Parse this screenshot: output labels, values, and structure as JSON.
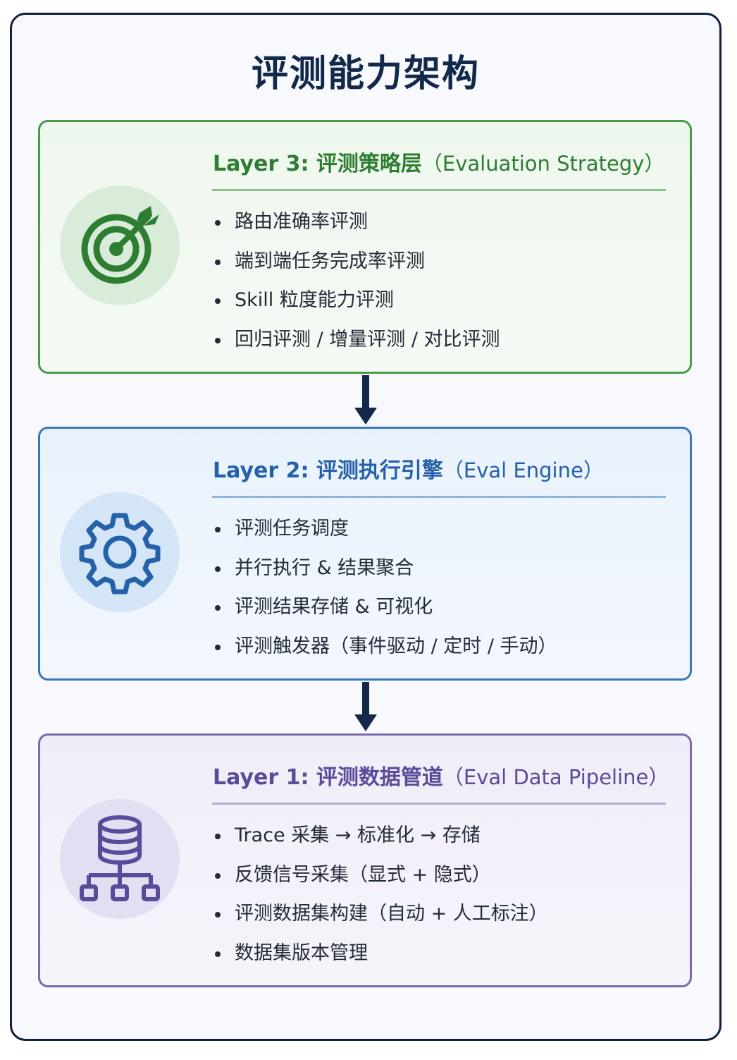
{
  "title": "评测能力架构",
  "colors": {
    "frame_border": "#0f1f3d",
    "layer3_accent": "#2e7d32",
    "layer2_accent": "#2561a8",
    "layer1_accent": "#5b4a9a",
    "arrow": "#142849"
  },
  "layers": [
    {
      "icon": "target-icon",
      "title_main": "Layer 3: 评测策略层",
      "title_paren": "（Evaluation Strategy）",
      "items": [
        "路由准确率评测",
        "端到端任务完成率评测",
        "Skill 粒度能力评测",
        "回归评测 / 增量评测 / 对比评测"
      ]
    },
    {
      "icon": "gear-icon",
      "title_main": "Layer 2: 评测执行引擎",
      "title_paren": "（Eval Engine）",
      "items": [
        "评测任务调度",
        "并行执行 & 结果聚合",
        "评测结果存储 & 可视化",
        "评测触发器（事件驱动 / 定时 / 手动）"
      ]
    },
    {
      "icon": "database-network-icon",
      "title_main": "Layer 1: 评测数据管道",
      "title_paren": "（Eval Data Pipeline）",
      "items": [
        "Trace 采集 → 标准化 → 存储",
        "反馈信号采集（显式 + 隐式）",
        "评测数据集构建（自动 + 人工标注）",
        "数据集版本管理"
      ]
    }
  ]
}
